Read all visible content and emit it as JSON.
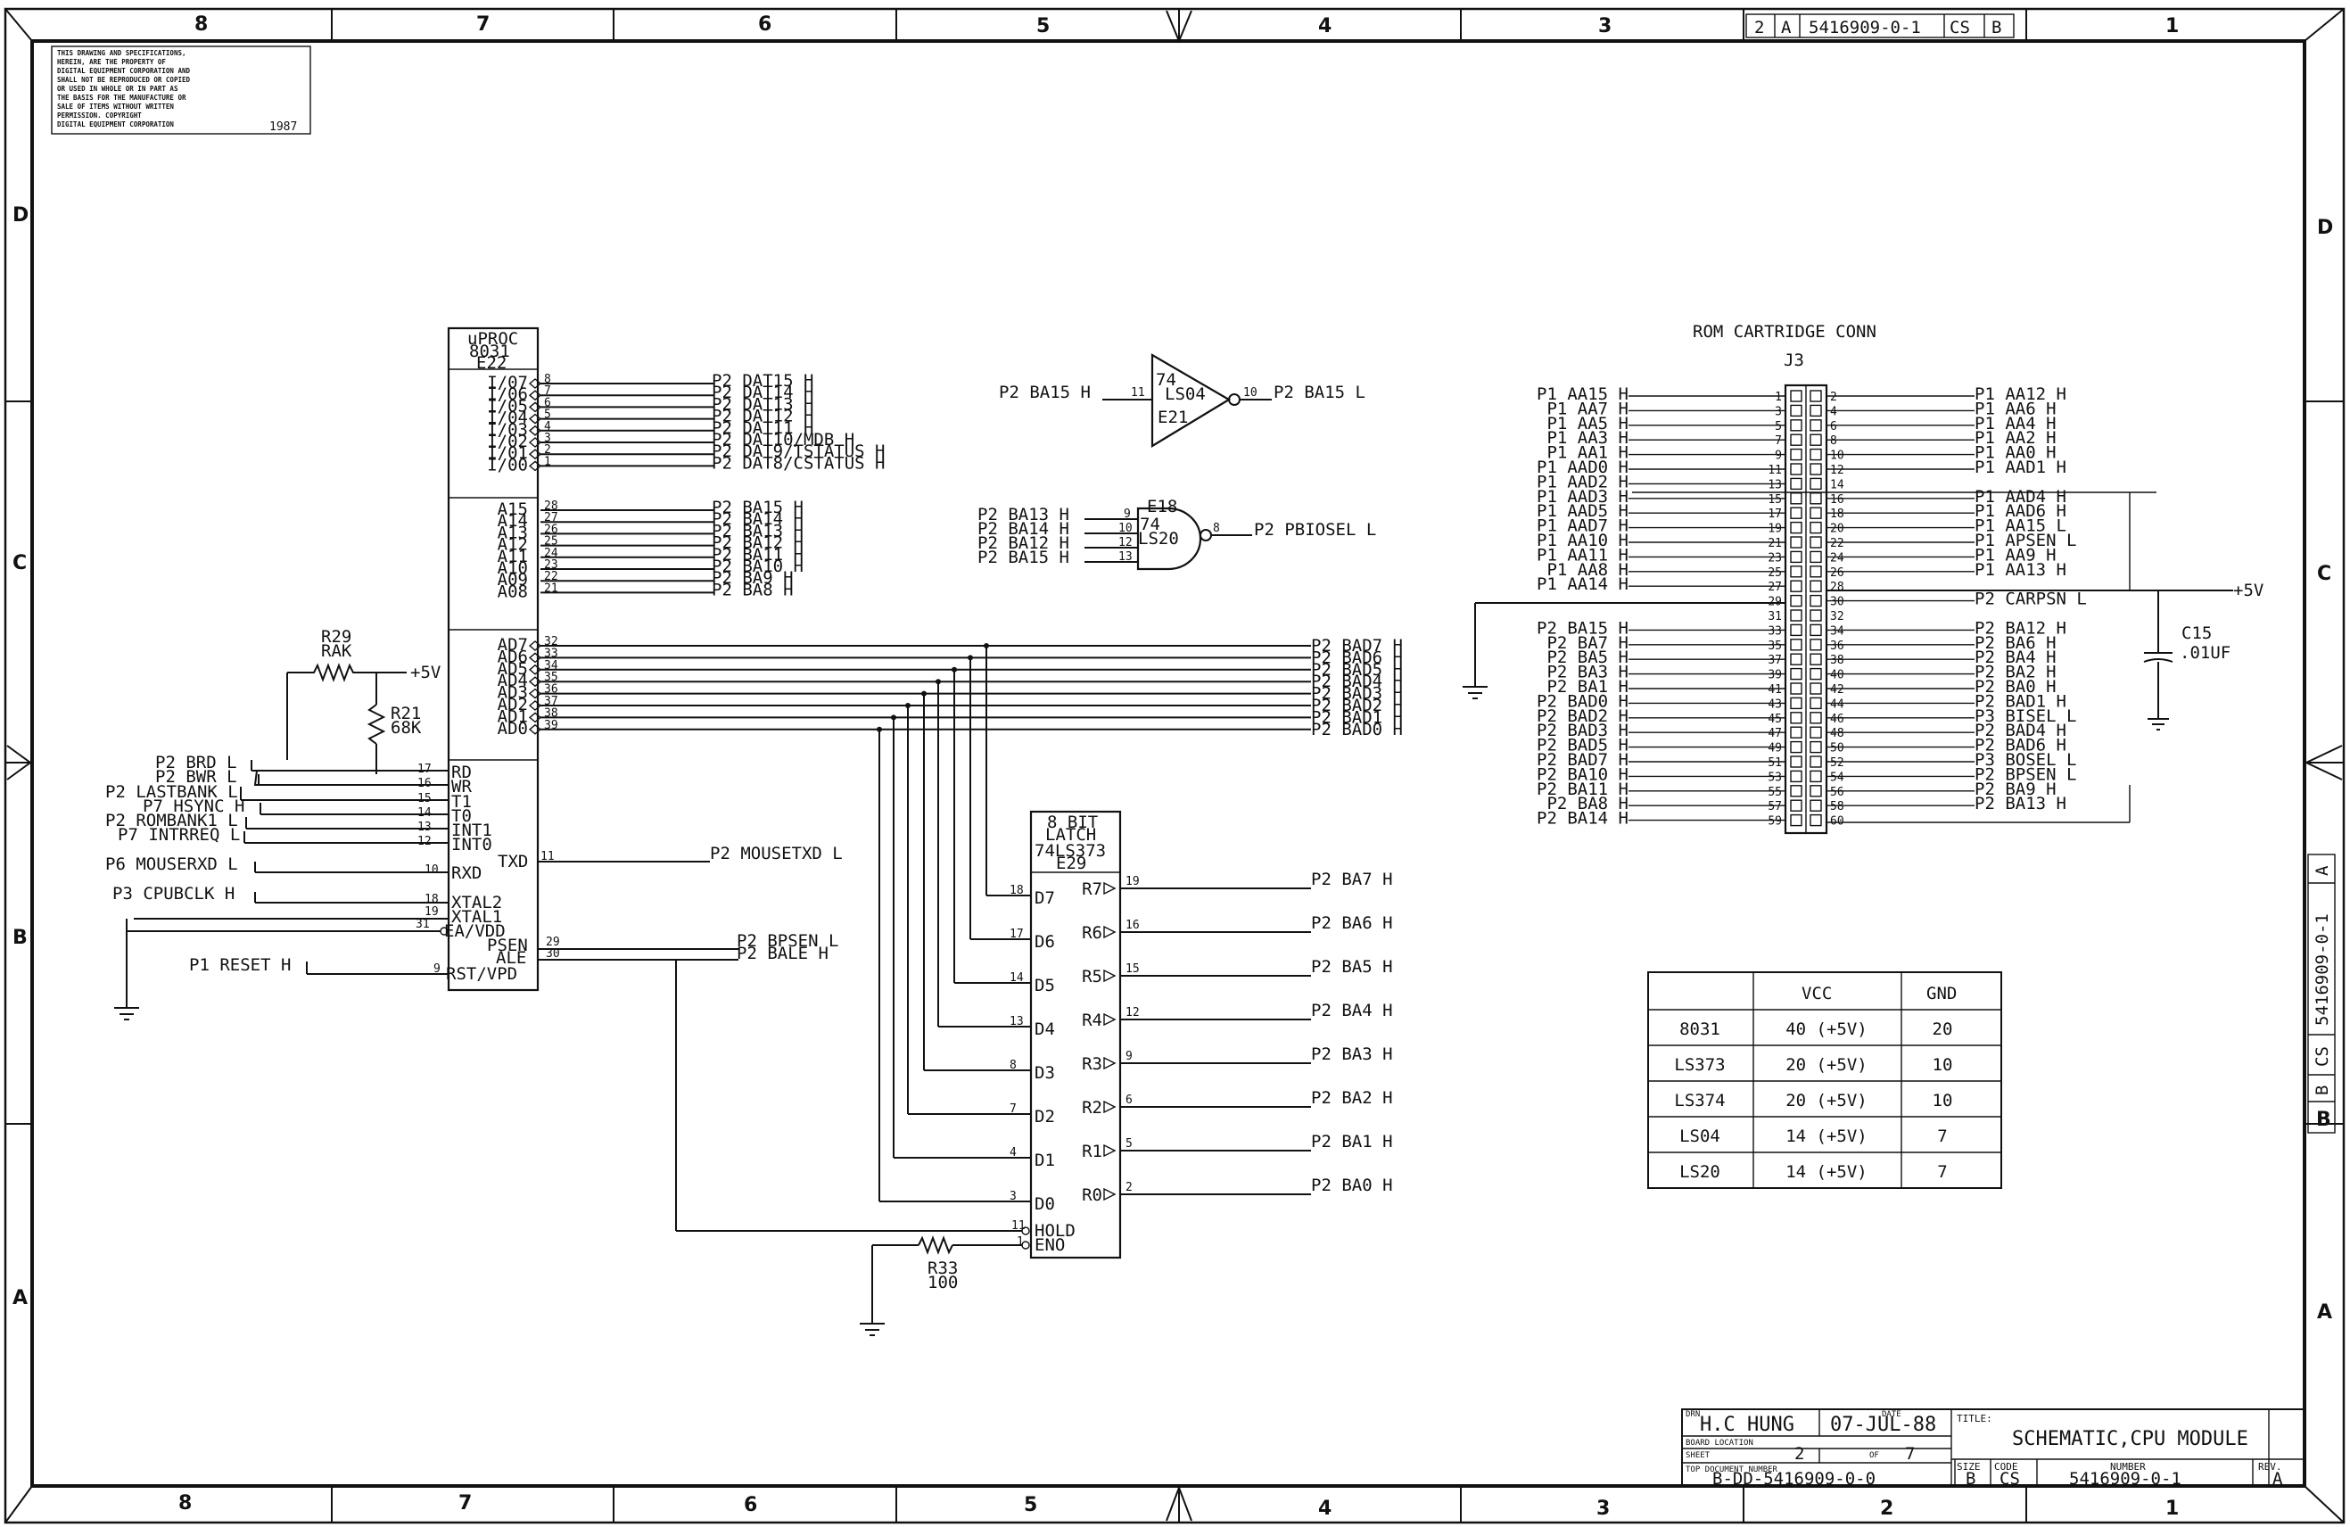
{
  "frame": {
    "top_zones": [
      "8",
      "7",
      "6",
      "5",
      "4",
      "3",
      "2",
      "1"
    ],
    "bottom_zones": [
      "8",
      "7",
      "6",
      "5",
      "4",
      "3",
      "2",
      "1"
    ],
    "side_zones": [
      "D",
      "C",
      "B",
      "A"
    ],
    "top_right_tag": [
      "2",
      "A",
      "5416909-0-1",
      "CS",
      "B"
    ],
    "side_tag": [
      "A",
      "5416909-0-1",
      "CS",
      "B",
      "B"
    ]
  },
  "notice": {
    "lines": [
      "THIS DRAWING AND SPECIFICATIONS,",
      "HEREIN, ARE THE PROPERTY OF",
      "DIGITAL EQUIPMENT CORPORATION AND",
      "SHALL NOT BE REPRODUCED OR COPIED",
      "OR USED IN WHOLE OR IN PART AS",
      "THE BASIS FOR THE MANUFACTURE OR",
      "SALE OF ITEMS WITHOUT WRITTEN",
      "PERMISSION. COPYRIGHT",
      "DIGITAL EQUIPMENT CORPORATION"
    ],
    "year": "1987"
  },
  "cpu": {
    "title": [
      "uPROC",
      "8031",
      "E22"
    ],
    "io_pins": [
      {
        "name": "I/07",
        "num": "8",
        "sig": "P2 DAT15 H"
      },
      {
        "name": "I/06",
        "num": "7",
        "sig": "P2 DAT14 H"
      },
      {
        "name": "I/05",
        "num": "6",
        "sig": "P2 DAT13 H"
      },
      {
        "name": "I/04",
        "num": "5",
        "sig": "P2 DAT12 H"
      },
      {
        "name": "I/03",
        "num": "4",
        "sig": "P2 DAT11 H"
      },
      {
        "name": "I/02",
        "num": "3",
        "sig": "P2 DAT10/MDB H"
      },
      {
        "name": "I/01",
        "num": "2",
        "sig": "P2 DAT9/TSTATUS H"
      },
      {
        "name": "I/00",
        "num": "1",
        "sig": "P2 DAT8/CSTATUS H"
      }
    ],
    "a_pins": [
      {
        "name": "A15",
        "num": "28",
        "sig": "P2 BA15 H"
      },
      {
        "name": "A14",
        "num": "27",
        "sig": "P2 BA14 H"
      },
      {
        "name": "A13",
        "num": "26",
        "sig": "P2 BA13 H"
      },
      {
        "name": "A12",
        "num": "25",
        "sig": "P2 BA12 H"
      },
      {
        "name": "A11",
        "num": "24",
        "sig": "P2 BA11 H"
      },
      {
        "name": "A10",
        "num": "23",
        "sig": "P2 BA10 H"
      },
      {
        "name": "A09",
        "num": "22",
        "sig": "P2 BA9 H"
      },
      {
        "name": "A08",
        "num": "21",
        "sig": "P2 BA8 H"
      }
    ],
    "ad_pins": [
      {
        "name": "AD7",
        "num": "32",
        "sig": "P2 BAD7 H"
      },
      {
        "name": "AD6",
        "num": "33",
        "sig": "P2 BAD6 H"
      },
      {
        "name": "AD5",
        "num": "34",
        "sig": "P2 BAD5 H"
      },
      {
        "name": "AD4",
        "num": "35",
        "sig": "P2 BAD4 H"
      },
      {
        "name": "AD3",
        "num": "36",
        "sig": "P2 BAD3 H"
      },
      {
        "name": "AD2",
        "num": "37",
        "sig": "P2 BAD2 H"
      },
      {
        "name": "AD1",
        "num": "38",
        "sig": "P2 BAD1 H"
      },
      {
        "name": "AD0",
        "num": "39",
        "sig": "P2 BAD0 H"
      }
    ],
    "ctrl_pins": [
      {
        "name": "RD",
        "num": "17",
        "sig": "P2 BRD L"
      },
      {
        "name": "WR",
        "num": "16",
        "sig": "P2 BWR L"
      },
      {
        "name": "T1",
        "num": "15",
        "sig": "P2 LASTBANK L"
      },
      {
        "name": "T0",
        "num": "14",
        "sig": "P7 HSYNC H"
      },
      {
        "name": "INT1",
        "num": "13",
        "sig": "P2 ROMBANK1 L"
      },
      {
        "name": "INT0",
        "num": "12",
        "sig": "P7 INTRREQ L"
      },
      {
        "name": "RXD",
        "num": "10",
        "sig": "P6 MOUSERXD L"
      }
    ],
    "txd": {
      "name": "TXD",
      "num": "11",
      "sig": "P2 MOUSETXD L"
    },
    "xtal2": {
      "name": "XTAL2",
      "num": "18",
      "sig": "P3 CPUBCLK H"
    },
    "xtal1": {
      "name": "XTAL1",
      "num": "19"
    },
    "ea": {
      "name": "EA/VDD",
      "num": "31"
    },
    "psen": {
      "name": "PSEN",
      "num": "29",
      "sig": "P2 BPSEN L"
    },
    "ale": {
      "name": "ALE",
      "num": "30",
      "sig": "P2 BALE H"
    },
    "rst": {
      "name": "RST/VPD",
      "num": "9",
      "sig": "P1 RESET H"
    }
  },
  "r29": {
    "ref": "R29",
    "val": "RAK"
  },
  "r21": {
    "ref": "R21",
    "val": "68K"
  },
  "vcc_label": "+5V",
  "inverter": {
    "type": "74",
    "part": "LS04",
    "ref": "E21",
    "in_pin": "11",
    "out_pin": "10",
    "in_sig": "P2 BA15 H",
    "out_sig": "P2 BA15 L"
  },
  "nand": {
    "ref": "E18",
    "type": "74",
    "part": "LS20",
    "in_pins": [
      "9",
      "10",
      "12",
      "13"
    ],
    "out_pin": "8",
    "in_sigs": [
      "P2 BA13 H",
      "P2 BA14 H",
      "P2 BA12 H",
      "P2 BA15 H"
    ],
    "out_sig": "P2 PBIOSEL L"
  },
  "latch": {
    "title": [
      "8 BIT",
      "LATCH",
      "74LS373",
      "E29"
    ],
    "rows": [
      {
        "d": "D7",
        "din": "18",
        "q": "R7",
        "qn": "19",
        "sig": "P2 BA7 H"
      },
      {
        "d": "D6",
        "din": "17",
        "q": "R6",
        "qn": "16",
        "sig": "P2 BA6 H"
      },
      {
        "d": "D5",
        "din": "14",
        "q": "R5",
        "qn": "15",
        "sig": "P2 BA5 H"
      },
      {
        "d": "D4",
        "din": "13",
        "q": "R4",
        "qn": "12",
        "sig": "P2 BA4 H"
      },
      {
        "d": "D3",
        "din": "8",
        "q": "R3",
        "qn": "9",
        "sig": "P2 BA3 H"
      },
      {
        "d": "D2",
        "din": "7",
        "q": "R2",
        "qn": "6",
        "sig": "P2 BA2 H"
      },
      {
        "d": "D1",
        "din": "4",
        "q": "R1",
        "qn": "5",
        "sig": "P2 BA1 H"
      },
      {
        "d": "D0",
        "din": "3",
        "q": "R0",
        "qn": "2",
        "sig": "P2 BA0 H"
      }
    ],
    "hold": {
      "name": "HOLD",
      "num": "11"
    },
    "eno": {
      "name": "ENO",
      "num": "1"
    }
  },
  "r33": {
    "ref": "R33",
    "val": "100"
  },
  "conn": {
    "title": "ROM CARTRIDGE CONN",
    "ref": "J3",
    "left": [
      {
        "n": "1",
        "sig": "P1 AA15 H"
      },
      {
        "n": "3",
        "sig": "P1 AA7 H"
      },
      {
        "n": "5",
        "sig": "P1 AA5 H"
      },
      {
        "n": "7",
        "sig": "P1 AA3 H"
      },
      {
        "n": "9",
        "sig": "P1 AA1 H"
      },
      {
        "n": "11",
        "sig": "P1 AAD0 H"
      },
      {
        "n": "13",
        "sig": "P1 AAD2 H"
      },
      {
        "n": "15",
        "sig": "P1 AAD3 H"
      },
      {
        "n": "17",
        "sig": "P1 AAD5 H"
      },
      {
        "n": "19",
        "sig": "P1 AAD7 H"
      },
      {
        "n": "21",
        "sig": "P1 AA10 H"
      },
      {
        "n": "23",
        "sig": "P1 AA11 H"
      },
      {
        "n": "25",
        "sig": "P1 AA8 H"
      },
      {
        "n": "27",
        "sig": "P1 AA14 H"
      },
      {
        "n": "29",
        "sig": ""
      },
      {
        "n": "31",
        "sig": ""
      },
      {
        "n": "33",
        "sig": "P2 BA15 H"
      },
      {
        "n": "35",
        "sig": "P2 BA7 H"
      },
      {
        "n": "37",
        "sig": "P2 BA5 H"
      },
      {
        "n": "39",
        "sig": "P2 BA3 H"
      },
      {
        "n": "41",
        "sig": "P2 BA1 H"
      },
      {
        "n": "43",
        "sig": "P2 BAD0 H"
      },
      {
        "n": "45",
        "sig": "P2 BAD2 H"
      },
      {
        "n": "47",
        "sig": "P2 BAD3 H"
      },
      {
        "n": "49",
        "sig": "P2 BAD5 H"
      },
      {
        "n": "51",
        "sig": "P2 BAD7 H"
      },
      {
        "n": "53",
        "sig": "P2 BA10 H"
      },
      {
        "n": "55",
        "sig": "P2 BA11 H"
      },
      {
        "n": "57",
        "sig": "P2 BA8 H"
      },
      {
        "n": "59",
        "sig": "P2 BA14 H"
      }
    ],
    "right": [
      {
        "n": "2",
        "sig": "P1 AA12 H"
      },
      {
        "n": "4",
        "sig": "P1 AA6 H"
      },
      {
        "n": "6",
        "sig": "P1 AA4 H"
      },
      {
        "n": "8",
        "sig": "P1 AA2 H"
      },
      {
        "n": "10",
        "sig": "P1 AA0 H"
      },
      {
        "n": "12",
        "sig": "P1 AAD1 H"
      },
      {
        "n": "14",
        "sig": ""
      },
      {
        "n": "16",
        "sig": "P1 AAD4 H"
      },
      {
        "n": "18",
        "sig": "P1 AAD6 H"
      },
      {
        "n": "20",
        "sig": "P1 AA15 L"
      },
      {
        "n": "22",
        "sig": "P1 APSEN L"
      },
      {
        "n": "24",
        "sig": "P1 AA9 H"
      },
      {
        "n": "26",
        "sig": "P1 AA13 H"
      },
      {
        "n": "28",
        "sig": ""
      },
      {
        "n": "30",
        "sig": "P2 CARPSN L"
      },
      {
        "n": "32",
        "sig": ""
      },
      {
        "n": "34",
        "sig": "P2 BA12 H"
      },
      {
        "n": "36",
        "sig": "P2 BA6 H"
      },
      {
        "n": "38",
        "sig": "P2 BA4 H"
      },
      {
        "n": "40",
        "sig": "P2 BA2 H"
      },
      {
        "n": "42",
        "sig": "P2 BA0 H"
      },
      {
        "n": "44",
        "sig": "P2 BAD1 H"
      },
      {
        "n": "46",
        "sig": "P3 BISEL L"
      },
      {
        "n": "48",
        "sig": "P2 BAD4 H"
      },
      {
        "n": "50",
        "sig": "P2 BAD6 H"
      },
      {
        "n": "52",
        "sig": "P3 BOSEL L"
      },
      {
        "n": "54",
        "sig": "P2 BPSEN L"
      },
      {
        "n": "56",
        "sig": "P2 BA9 H"
      },
      {
        "n": "58",
        "sig": "P2 BA13 H"
      },
      {
        "n": "60",
        "sig": ""
      }
    ],
    "vcc": "+5V",
    "cap_ref": "C15",
    "cap_val": ".01UF"
  },
  "power_table": {
    "headers": [
      "",
      "VCC",
      "GND"
    ],
    "rows": [
      [
        "8031",
        "40 (+5V)",
        "20"
      ],
      [
        "LS373",
        "20 (+5V)",
        "10"
      ],
      [
        "LS374",
        "20 (+5V)",
        "10"
      ],
      [
        "LS04",
        "14 (+5V)",
        "7"
      ],
      [
        "LS20",
        "14 (+5V)",
        "7"
      ]
    ]
  },
  "title_block": {
    "drn_label": "DRN",
    "drn": "H.C HUNG",
    "date_label": "DATE",
    "date": "07-JUL-88",
    "board_loc_label": "BOARD LOCATION",
    "sheet_label": "SHEET",
    "sheet": "2",
    "of_label": "OF",
    "of": "7",
    "top_doc_label": "TOP DOCUMENT NUMBER",
    "top_doc": "B-DD-5416909-0-0",
    "title_label": "TITLE:",
    "title": "SCHEMATIC,CPU MODULE",
    "size_label": "SIZE",
    "size": "B",
    "code_label": "CODE",
    "code": "CS",
    "number_label": "NUMBER",
    "number": "5416909-0-1",
    "rev_label": "REV.",
    "rev": "A"
  }
}
